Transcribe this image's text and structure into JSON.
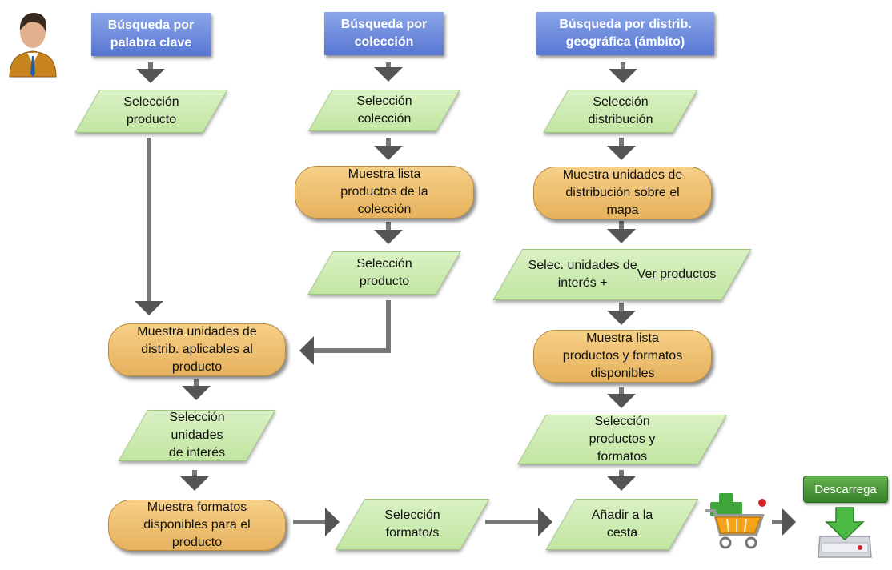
{
  "header_keyword": "Búsqueda por\npalabra clave",
  "header_collection": "Búsqueda por\ncolección",
  "header_geo": "Búsqueda por distrib.\ngeográfica (ámbito)",
  "col1": {
    "select_product": "Selección\nproducto",
    "show_units": "Muestra unidades de\ndistrib. aplicables al\nproducto",
    "select_units": "Selección\nunidades\nde interés",
    "show_formats": "Muestra formatos\ndisponibles para el\nproducto"
  },
  "col2": {
    "select_collection": "Selección\ncolección",
    "show_list": "Muestra lista\nproductos de la\ncolección",
    "select_product": "Selección\nproducto",
    "select_format": "Selección\nformato/s"
  },
  "col3": {
    "select_distribution": "Selección\ndistribución",
    "show_units_map": "Muestra unidades de\ndistribución sobre el\nmapa",
    "select_units_prefix": "Selec. unidades de\ninterés + ",
    "select_units_link": "Ver productos",
    "show_products_formats": "Muestra lista\nproductos y formatos\ndisponibles",
    "select_products_formats": "Selección\nproductos y\nformatos",
    "add_to_cart": "Añadir a la\ncesta"
  },
  "download_label": "Descarrega",
  "icons": [
    "user-icon",
    "shopping-cart-add-icon",
    "download-drive-icon"
  ],
  "colors": {
    "header": "#6482dc",
    "parallelogram": "#c8e9aa",
    "terminal": "#eec173",
    "arrow": "#6e6e6e"
  }
}
